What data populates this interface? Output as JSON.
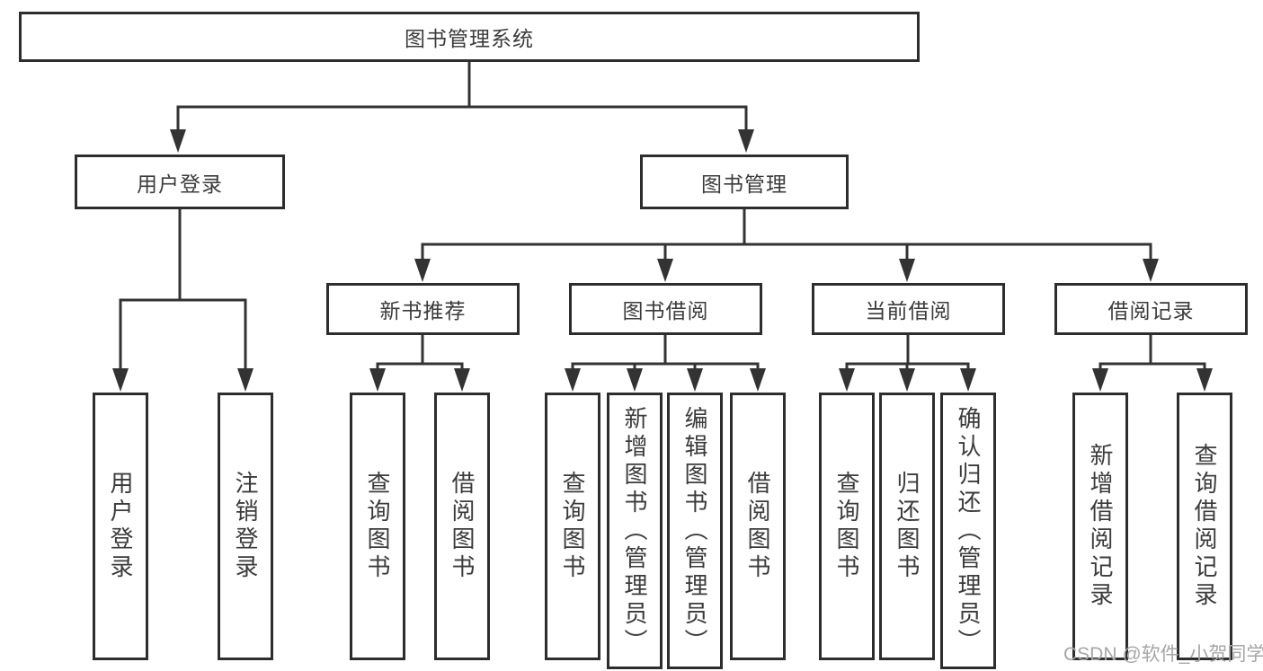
{
  "diagram_title": "图书管理系统",
  "tree": {
    "root": {
      "label": "图书管理系统",
      "children": [
        {
          "label": "用户登录",
          "children": [
            {
              "label": "用户登录"
            },
            {
              "label": "注销登录"
            }
          ]
        },
        {
          "label": "图书管理",
          "children": [
            {
              "label": "新书推荐",
              "children": [
                {
                  "label": "查询图书"
                },
                {
                  "label": "借阅图书"
                }
              ]
            },
            {
              "label": "图书借阅",
              "children": [
                {
                  "label": "查询图书"
                },
                {
                  "label": "新增图书（管理员）"
                },
                {
                  "label": "编辑图书（管理员）"
                },
                {
                  "label": "借阅图书"
                }
              ]
            },
            {
              "label": "当前借阅",
              "children": [
                {
                  "label": "查询图书"
                },
                {
                  "label": "归还图书"
                },
                {
                  "label": "确认归还（管理员）"
                }
              ]
            },
            {
              "label": "借阅记录",
              "children": [
                {
                  "label": "新增借阅记录"
                },
                {
                  "label": "查询借阅记录"
                }
              ]
            }
          ]
        }
      ]
    }
  },
  "watermark": {
    "text": "CSDN @软件_小贺同学"
  },
  "colors": {
    "line": "#333333",
    "box_border": "#2d2d2d",
    "text": "#3b3b3b",
    "watermark": "#a6a6a6",
    "background": "#ffffff"
  }
}
